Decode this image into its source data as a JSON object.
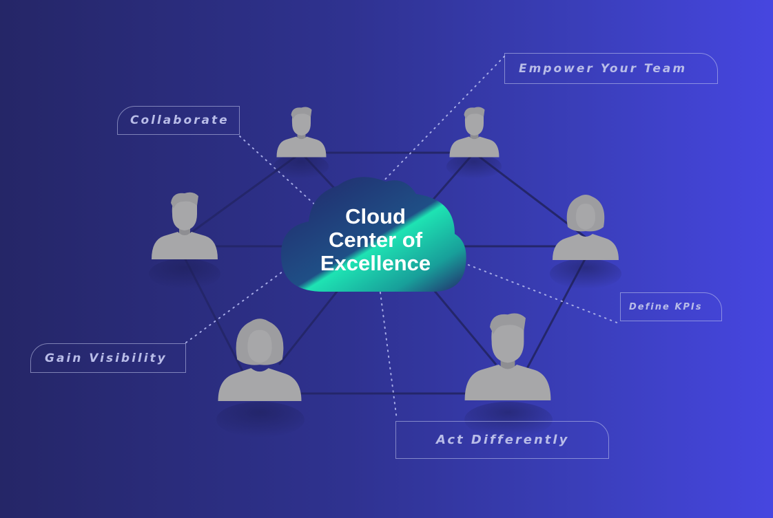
{
  "center": {
    "title_lines": [
      "Cloud",
      "Center of",
      "Excellence"
    ]
  },
  "tags": {
    "collaborate": "Collaborate",
    "empower": "Empower Your Team",
    "define_kpis": "Define KPIs",
    "gain_visibility": "Gain Visibility",
    "act_differently": "Act Differently"
  },
  "colors": {
    "background_start": "#252667",
    "background_end": "#4646e0",
    "cloud_dark": "#23276a",
    "cloud_accent": "#1ee3b3",
    "person": "#a7a7a9",
    "network_line": "#24266a",
    "tag_text": "#b9bde8"
  },
  "icons": [
    "person-icon",
    "cloud-icon"
  ]
}
